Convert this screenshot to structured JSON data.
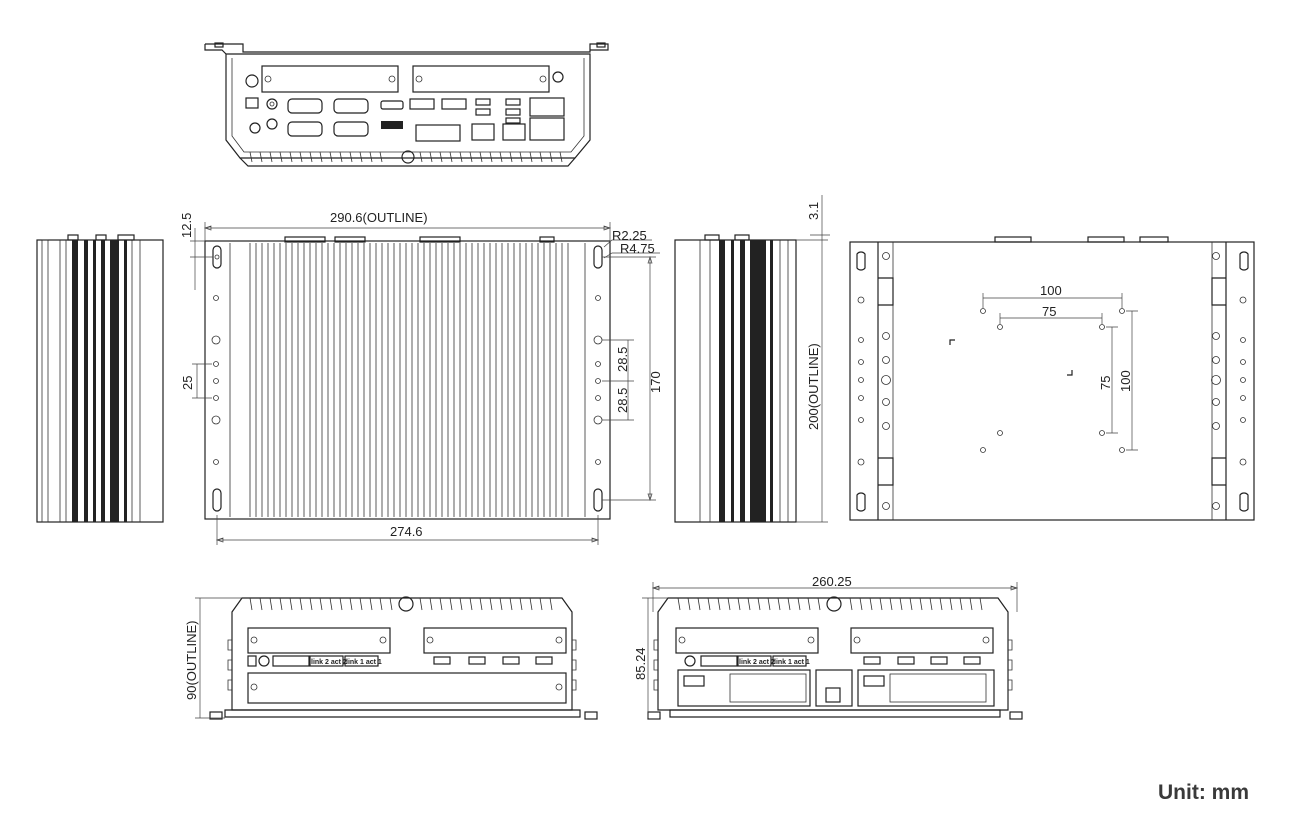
{
  "views": {
    "top": {
      "overall_width": "290.6(OUTLINE)",
      "corner_radius_small": "R2.25",
      "corner_radius_large": "R4.75",
      "slot_spacing": "274.6",
      "hole_spacing_height": "170",
      "hole_pitch": "28.5",
      "top_offset": "12.5",
      "hole_pitch_left": "25"
    },
    "side": {
      "height": "200(OUTLINE)",
      "top_offset": "3.1"
    },
    "bottom": {
      "vesa_outer": "100",
      "vesa_inner": "75"
    },
    "front": {
      "height": "90(OUTLINE)",
      "label_1": "link 2 act 2",
      "label_2": "link 1 act 1"
    },
    "rear": {
      "width": "260.25",
      "height": "85.24",
      "label_1": "link 2 act 2",
      "label_2": "link 1 act 1"
    }
  },
  "unit": "Unit: mm"
}
